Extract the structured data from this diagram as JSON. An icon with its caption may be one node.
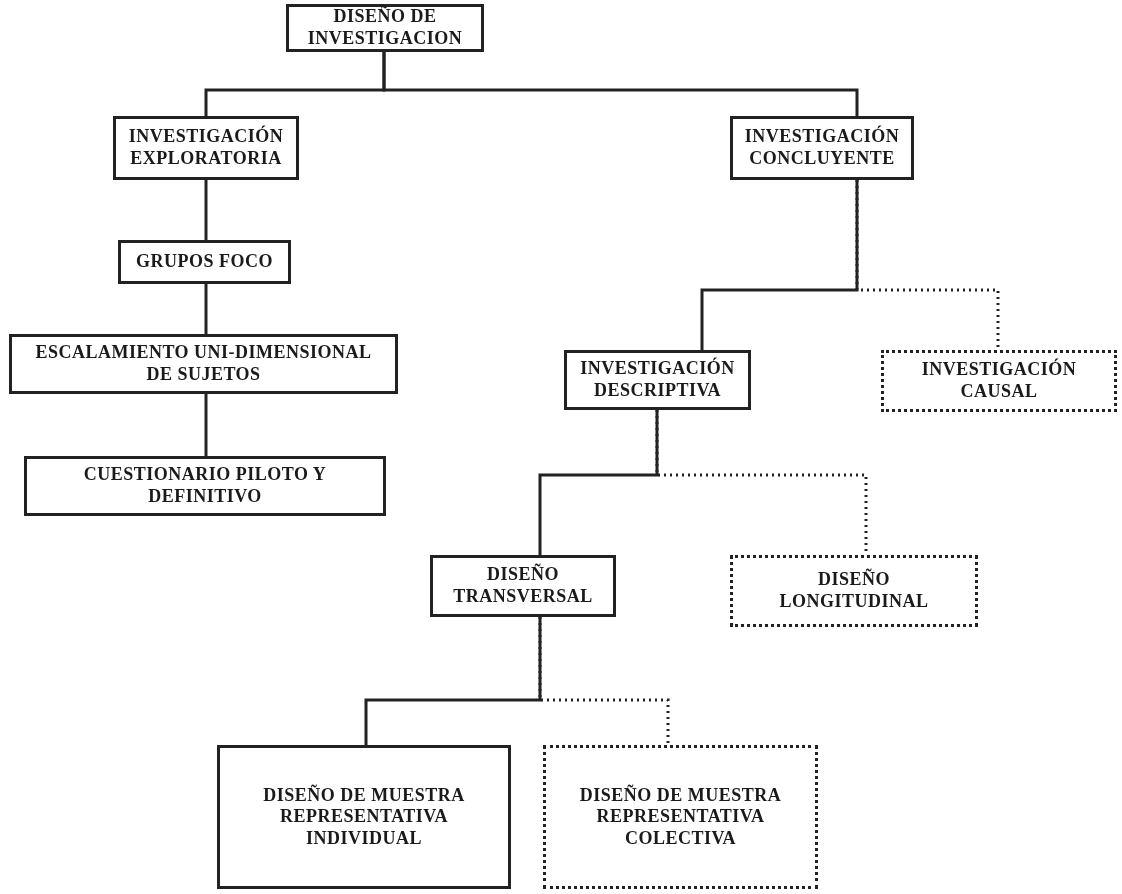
{
  "diagram": {
    "nodes": [
      {
        "text": [
          "DISEÑO DE INVESTIGACION"
        ]
      },
      {
        "text": [
          "INVESTIGACIÓN EXPLORATORIA"
        ]
      },
      {
        "text": [
          "INVESTIGACIÓN CONCLUYENTE"
        ]
      },
      {
        "text": [
          "GRUPOS FOCO"
        ]
      },
      {
        "text": [
          "ESCALAMIENTO UNI-DIMENSIONAL DE SUJETOS"
        ]
      },
      {
        "text": [
          "CUESTIONARIO PILOTO Y DEFINITIVO"
        ]
      },
      {
        "text": [
          "INVESTIGACIÓN DESCRIPTIVA"
        ]
      },
      {
        "text": [
          "INVESTIGACIÓN CAUSAL"
        ]
      },
      {
        "text": [
          "DISEÑO TRANSVERSAL"
        ]
      },
      {
        "text": [
          "DISEÑO LONGITUDINAL"
        ]
      },
      {
        "text": [
          "DISEÑO DE MUESTRA REPRESENTATIVA INDIVIDUAL"
        ]
      },
      {
        "text": [
          "DISEÑO DE MUESTRA REPRESENTATIVA COLECTIVA"
        ]
      }
    ],
    "edges": [
      {
        "from": 0,
        "to": 1,
        "arrow": "none"
      },
      {
        "from": 0,
        "to": 2,
        "arrow": "none"
      },
      {
        "from": 1,
        "to": 3,
        "arrow": "none"
      },
      {
        "from": 3,
        "to": 4,
        "arrow": "none"
      },
      {
        "from": 4,
        "to": 5,
        "arrow": "none"
      },
      {
        "from": 2,
        "to": 6,
        "arrow": "none"
      },
      {
        "from": 2,
        "to": 7,
        "arrow": "none",
        "style": "dashed"
      },
      {
        "from": 6,
        "to": 8,
        "arrow": "none"
      },
      {
        "from": 6,
        "to": 9,
        "arrow": "none",
        "style": "dashed"
      },
      {
        "from": 8,
        "to": 10,
        "arrow": "none"
      },
      {
        "from": 8,
        "to": 11,
        "arrow": "none",
        "style": "dashed"
      }
    ]
  }
}
